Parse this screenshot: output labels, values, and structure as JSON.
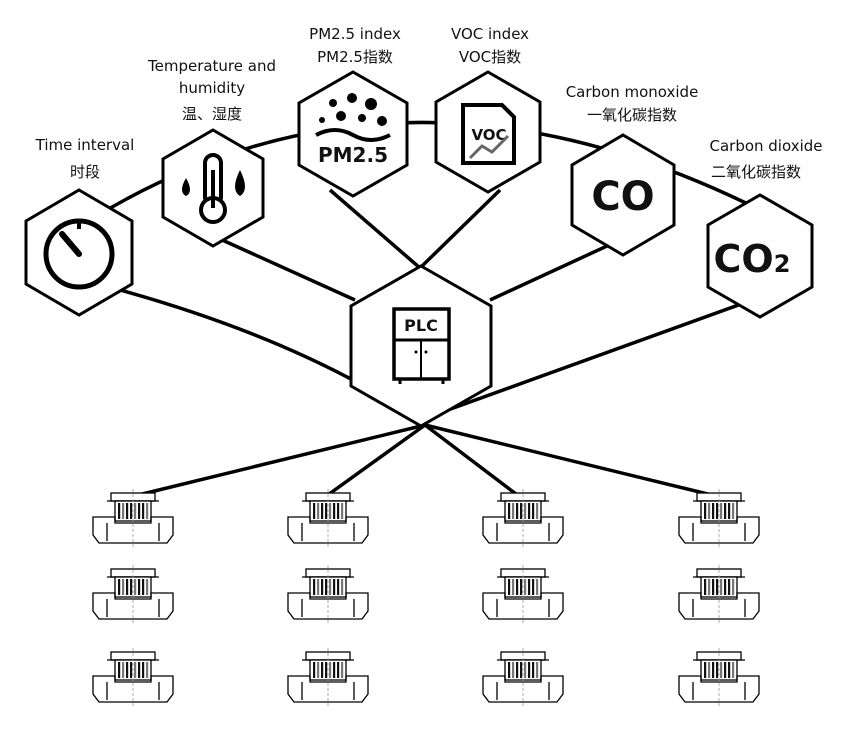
{
  "sensors": {
    "time": {
      "label_en": "Time interval",
      "label_zh": "时段",
      "icon": "stopwatch-icon"
    },
    "temp": {
      "label_en_1": "Temperature and",
      "label_en_2": "humidity",
      "label_zh": "温、湿度",
      "icon": "thermometer-droplets-icon"
    },
    "pm25": {
      "label_en": "PM2.5 index",
      "label_zh": "PM2.5指数",
      "icon_text": "PM2.5",
      "icon": "particles-icon"
    },
    "voc": {
      "label_en": "VOC index",
      "label_zh": "VOC指数",
      "icon_text": "VOC",
      "icon": "voc-document-icon"
    },
    "co": {
      "label_en": "Carbon monoxide",
      "label_zh": "一氧化碳指数",
      "icon_text": "CO",
      "icon": "co-icon"
    },
    "co2": {
      "label_en": "Carbon dioxide",
      "label_zh": "二氧化碳指数",
      "icon_text": "CO",
      "icon_sub": "2",
      "icon": "co2-icon"
    }
  },
  "controller": {
    "label": "PLC",
    "icon": "plc-cabinet-icon"
  },
  "units": {
    "rows": 3,
    "columns": 4,
    "icon": "ceiling-fan-unit-icon"
  }
}
